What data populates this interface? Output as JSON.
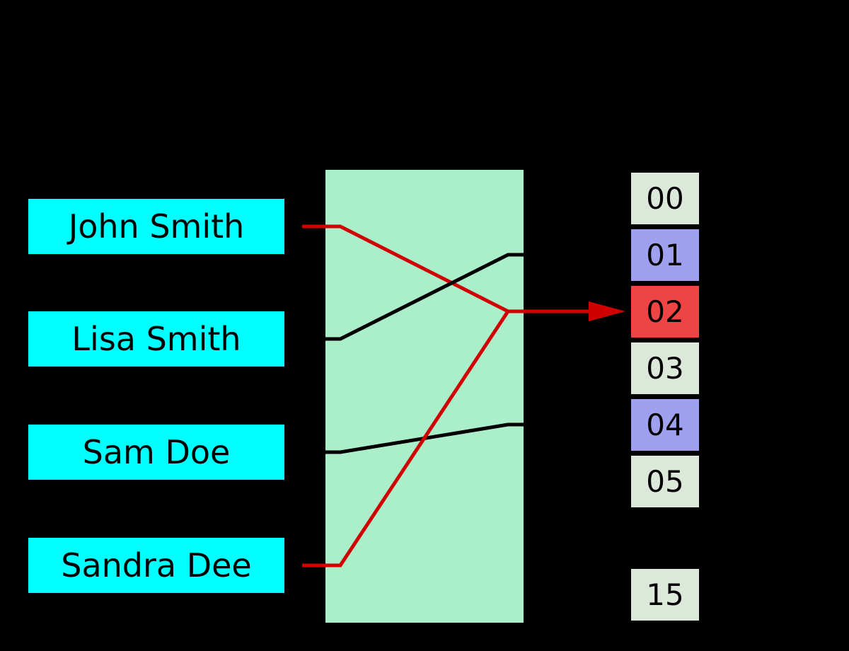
{
  "diagram": {
    "description": "hash function mapping keys to buckets with a collision",
    "keys": [
      {
        "label": "John Smith"
      },
      {
        "label": "Lisa Smith"
      },
      {
        "label": "Sam Doe"
      },
      {
        "label": "Sandra Dee"
      }
    ],
    "buckets": [
      {
        "label": "00",
        "state": "empty",
        "row": 0
      },
      {
        "label": "01",
        "state": "occupied",
        "row": 1
      },
      {
        "label": "02",
        "state": "collision",
        "row": 2
      },
      {
        "label": "03",
        "state": "empty",
        "row": 3
      },
      {
        "label": "04",
        "state": "occupied",
        "row": 4
      },
      {
        "label": "05",
        "state": "empty",
        "row": 5
      },
      {
        "label": "15",
        "state": "empty",
        "row": 7
      }
    ],
    "mappings": [
      {
        "key": "John Smith",
        "bucket": "02",
        "color": "red"
      },
      {
        "key": "Lisa Smith",
        "bucket": "01",
        "color": "black"
      },
      {
        "key": "Sam Doe",
        "bucket": "04",
        "color": "black"
      },
      {
        "key": "Sandra Dee",
        "bucket": "02",
        "color": "red"
      }
    ],
    "collision": {
      "bucket": "02",
      "keys": [
        "John Smith",
        "Sandra Dee"
      ]
    },
    "colors": {
      "background": "#000000",
      "key_box": "#00ffff",
      "hash_box": "#aaeeca",
      "bucket_empty": "#dce8da",
      "bucket_occupied": "#a0a0f0",
      "bucket_collision": "#ee4444",
      "line_red": "#d00000",
      "line_black": "#000000",
      "text": "#000000"
    }
  }
}
